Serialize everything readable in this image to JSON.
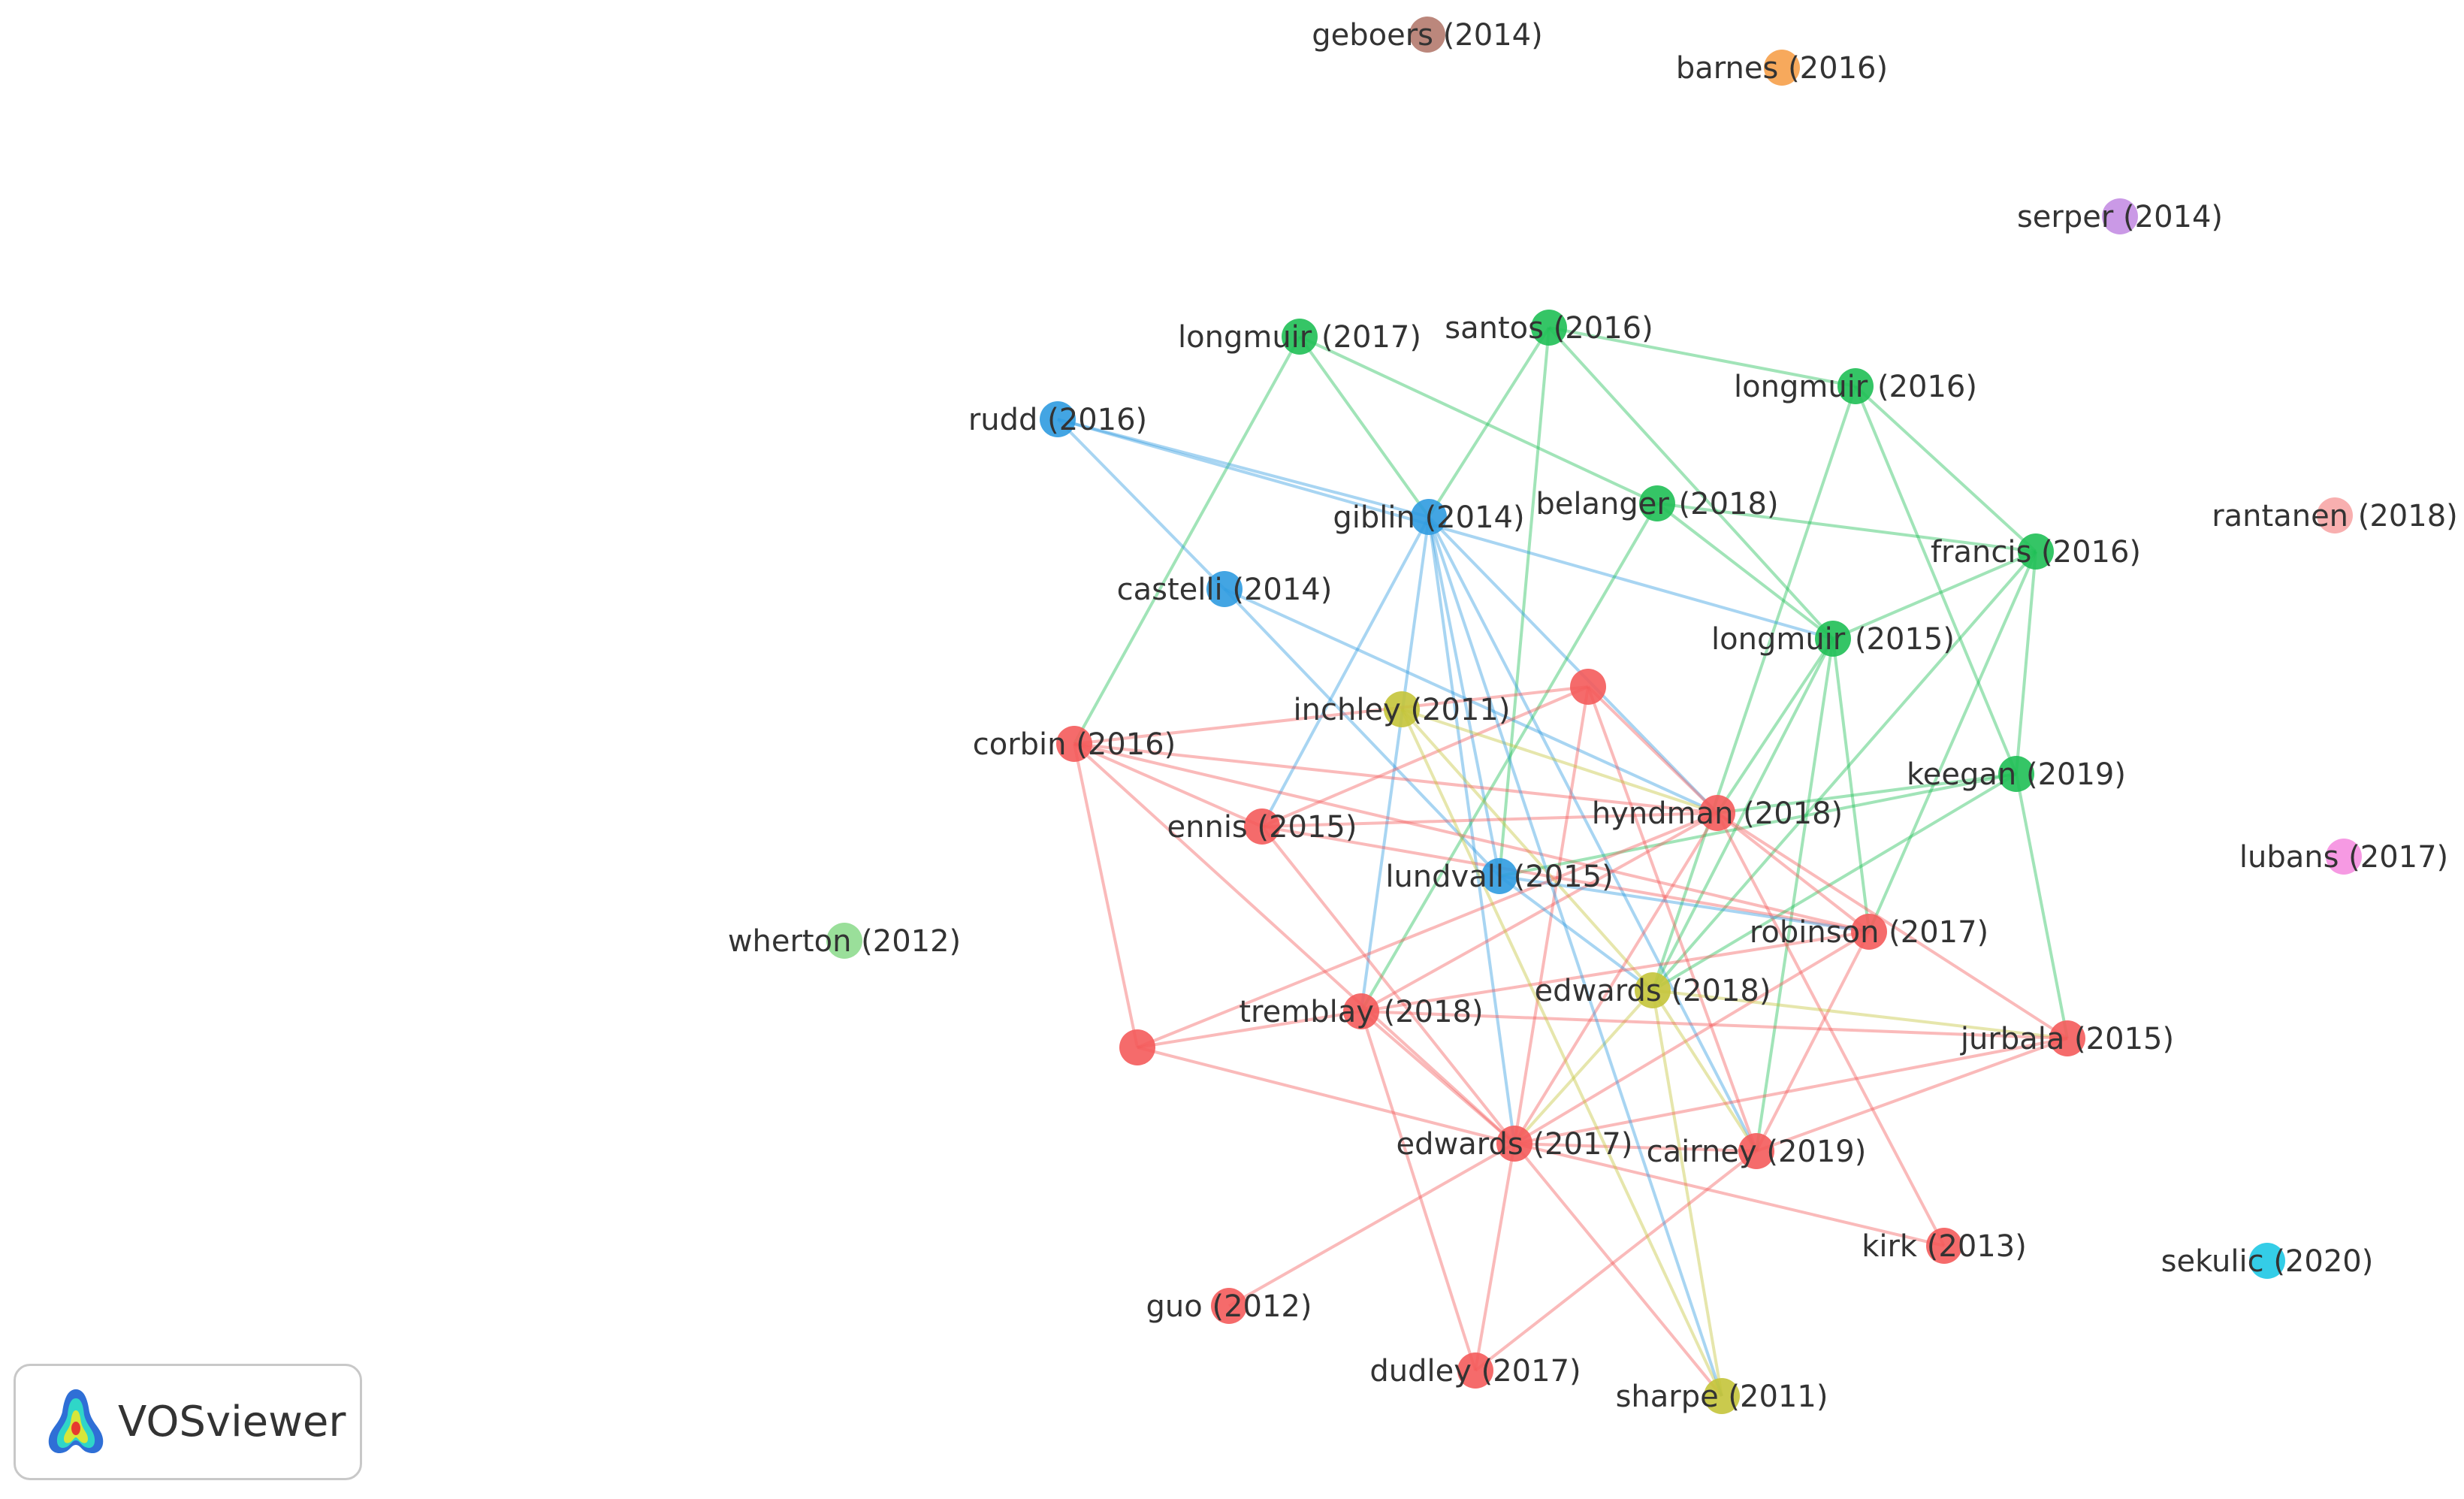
{
  "colors": {
    "red": "#f45b5b",
    "green": "#1fbf55",
    "blue": "#2f9be0",
    "yellow": "#c4c43a",
    "brown": "#b47a6e",
    "orange": "#f6a04a",
    "purple": "#c48ee3",
    "salmon": "#f7a6a6",
    "lightgreen": "#8fdb8f",
    "pink": "#f58fe0",
    "cyan": "#1ec8e4"
  },
  "nodes": [
    {
      "id": "geboers-2014",
      "label": "geboers (2014)",
      "cluster": "brown"
    },
    {
      "id": "barnes-2016",
      "label": "barnes (2016)",
      "cluster": "orange"
    },
    {
      "id": "serper-2014",
      "label": "serper (2014)",
      "cluster": "purple"
    },
    {
      "id": "longmuir-2017",
      "label": "longmuir (2017)",
      "cluster": "green"
    },
    {
      "id": "santos-2016",
      "label": "santos (2016)",
      "cluster": "green"
    },
    {
      "id": "longmuir-2016",
      "label": "longmuir (2016)",
      "cluster": "green"
    },
    {
      "id": "rudd-2016",
      "label": "rudd (2016)",
      "cluster": "blue"
    },
    {
      "id": "giblin-2014",
      "label": "giblin (2014)",
      "cluster": "blue"
    },
    {
      "id": "belanger-2018",
      "label": "belanger (2018)",
      "cluster": "green"
    },
    {
      "id": "rantanen-2018",
      "label": "rantanen (2018)",
      "cluster": "salmon"
    },
    {
      "id": "francis-2016",
      "label": "francis (2016)",
      "cluster": "green"
    },
    {
      "id": "castelli-2014",
      "label": "castelli (2014)",
      "cluster": "blue"
    },
    {
      "id": "longmuir-2015",
      "label": "longmuir (2015)",
      "cluster": "green"
    },
    {
      "id": "unlabeled-a",
      "label": "",
      "cluster": "red"
    },
    {
      "id": "inchley-2011",
      "label": "inchley (2011)",
      "cluster": "yellow"
    },
    {
      "id": "corbin-2016",
      "label": "corbin (2016)",
      "cluster": "red"
    },
    {
      "id": "keegan-2019",
      "label": "keegan (2019)",
      "cluster": "green"
    },
    {
      "id": "hyndman-2018",
      "label": "hyndman (2018)",
      "cluster": "red"
    },
    {
      "id": "ennis-2015",
      "label": "ennis (2015)",
      "cluster": "red"
    },
    {
      "id": "lubans-2017",
      "label": "lubans (2017)",
      "cluster": "pink"
    },
    {
      "id": "lundvall-2015",
      "label": "lundvall (2015)",
      "cluster": "blue"
    },
    {
      "id": "wherton-2012",
      "label": "wherton (2012)",
      "cluster": "lightgreen"
    },
    {
      "id": "robinson-2017",
      "label": "robinson (2017)",
      "cluster": "red"
    },
    {
      "id": "edwards-2018",
      "label": "edwards (2018)",
      "cluster": "yellow"
    },
    {
      "id": "tremblay-2018",
      "label": "tremblay (2018)",
      "cluster": "red"
    },
    {
      "id": "unlabeled-b",
      "label": "",
      "cluster": "red"
    },
    {
      "id": "jurbala-2015",
      "label": "jurbala (2015)",
      "cluster": "red"
    },
    {
      "id": "edwards-2017",
      "label": "edwards (2017)",
      "cluster": "red"
    },
    {
      "id": "cairney-2019",
      "label": "cairney (2019)",
      "cluster": "red"
    },
    {
      "id": "kirk-2013",
      "label": "kirk (2013)",
      "cluster": "red"
    },
    {
      "id": "sekulic-2020",
      "label": "sekulic (2020)",
      "cluster": "cyan"
    },
    {
      "id": "guo-2012",
      "label": "guo (2012)",
      "cluster": "red"
    },
    {
      "id": "dudley-2017",
      "label": "dudley (2017)",
      "cluster": "red"
    },
    {
      "id": "sharpe-2011",
      "label": "sharpe (2011)",
      "cluster": "yellow"
    }
  ],
  "links": [
    {
      "source": "longmuir-2017",
      "target": "giblin-2014"
    },
    {
      "source": "longmuir-2017",
      "target": "belanger-2018"
    },
    {
      "source": "longmuir-2017",
      "target": "corbin-2016"
    },
    {
      "source": "santos-2016",
      "target": "longmuir-2016"
    },
    {
      "source": "santos-2016",
      "target": "giblin-2014"
    },
    {
      "source": "santos-2016",
      "target": "longmuir-2015"
    },
    {
      "source": "santos-2016",
      "target": "lundvall-2015"
    },
    {
      "source": "longmuir-2016",
      "target": "francis-2016"
    },
    {
      "source": "longmuir-2016",
      "target": "keegan-2019"
    },
    {
      "source": "longmuir-2016",
      "target": "edwards-2018"
    },
    {
      "source": "rudd-2016",
      "target": "giblin-2014"
    },
    {
      "source": "rudd-2016",
      "target": "castelli-2014"
    },
    {
      "source": "rudd-2016",
      "target": "longmuir-2015"
    },
    {
      "source": "giblin-2014",
      "target": "lundvall-2015"
    },
    {
      "source": "giblin-2014",
      "target": "tremblay-2018"
    },
    {
      "source": "giblin-2014",
      "target": "hyndman-2018"
    },
    {
      "source": "giblin-2014",
      "target": "edwards-2017"
    },
    {
      "source": "giblin-2014",
      "target": "cairney-2019"
    },
    {
      "source": "giblin-2014",
      "target": "ennis-2015"
    },
    {
      "source": "belanger-2018",
      "target": "francis-2016"
    },
    {
      "source": "belanger-2018",
      "target": "longmuir-2015"
    },
    {
      "source": "belanger-2018",
      "target": "tremblay-2018"
    },
    {
      "source": "francis-2016",
      "target": "longmuir-2015"
    },
    {
      "source": "francis-2016",
      "target": "keegan-2019"
    },
    {
      "source": "francis-2016",
      "target": "edwards-2018"
    },
    {
      "source": "francis-2016",
      "target": "robinson-2017"
    },
    {
      "source": "castelli-2014",
      "target": "lundvall-2015"
    },
    {
      "source": "castelli-2014",
      "target": "hyndman-2018"
    },
    {
      "source": "longmuir-2015",
      "target": "edwards-2018"
    },
    {
      "source": "longmuir-2015",
      "target": "cairney-2019"
    },
    {
      "source": "longmuir-2015",
      "target": "robinson-2017"
    },
    {
      "source": "longmuir-2015",
      "target": "hyndman-2018"
    },
    {
      "source": "unlabeled-a",
      "target": "hyndman-2018"
    },
    {
      "source": "unlabeled-a",
      "target": "ennis-2015"
    },
    {
      "source": "unlabeled-a",
      "target": "edwards-2017"
    },
    {
      "source": "unlabeled-a",
      "target": "cairney-2019"
    },
    {
      "source": "inchley-2011",
      "target": "edwards-2018"
    },
    {
      "source": "inchley-2011",
      "target": "hyndman-2018"
    },
    {
      "source": "corbin-2016",
      "target": "hyndman-2018"
    },
    {
      "source": "corbin-2016",
      "target": "unlabeled-a"
    },
    {
      "source": "corbin-2016",
      "target": "edwards-2017"
    },
    {
      "source": "corbin-2016",
      "target": "unlabeled-b"
    },
    {
      "source": "corbin-2016",
      "target": "robinson-2017"
    },
    {
      "source": "corbin-2016",
      "target": "ennis-2015"
    },
    {
      "source": "keegan-2019",
      "target": "hyndman-2018"
    },
    {
      "source": "keegan-2019",
      "target": "lundvall-2015"
    },
    {
      "source": "keegan-2019",
      "target": "jurbala-2015"
    },
    {
      "source": "keegan-2019",
      "target": "edwards-2018"
    },
    {
      "source": "hyndman-2018",
      "target": "ennis-2015"
    },
    {
      "source": "hyndman-2018",
      "target": "robinson-2017"
    },
    {
      "source": "hyndman-2018",
      "target": "edwards-2017"
    },
    {
      "source": "hyndman-2018",
      "target": "tremblay-2018"
    },
    {
      "source": "hyndman-2018",
      "target": "jurbala-2015"
    },
    {
      "source": "hyndman-2018",
      "target": "kirk-2013"
    },
    {
      "source": "ennis-2015",
      "target": "edwards-2017"
    },
    {
      "source": "ennis-2015",
      "target": "robinson-2017"
    },
    {
      "source": "lundvall-2015",
      "target": "edwards-2018"
    },
    {
      "source": "lundvall-2015",
      "target": "robinson-2017"
    },
    {
      "source": "robinson-2017",
      "target": "edwards-2017"
    },
    {
      "source": "robinson-2017",
      "target": "tremblay-2018"
    },
    {
      "source": "robinson-2017",
      "target": "cairney-2019"
    },
    {
      "source": "edwards-2018",
      "target": "edwards-2017"
    },
    {
      "source": "edwards-2018",
      "target": "sharpe-2011"
    },
    {
      "source": "edwards-2018",
      "target": "jurbala-2015"
    },
    {
      "source": "edwards-2018",
      "target": "cairney-2019"
    },
    {
      "source": "tremblay-2018",
      "target": "unlabeled-b"
    },
    {
      "source": "tremblay-2018",
      "target": "edwards-2017"
    },
    {
      "source": "tremblay-2018",
      "target": "dudley-2017"
    },
    {
      "source": "tremblay-2018",
      "target": "jurbala-2015"
    },
    {
      "source": "unlabeled-b",
      "target": "hyndman-2018"
    },
    {
      "source": "unlabeled-b",
      "target": "edwards-2017"
    },
    {
      "source": "jurbala-2015",
      "target": "edwards-2017"
    },
    {
      "source": "jurbala-2015",
      "target": "cairney-2019"
    },
    {
      "source": "edwards-2017",
      "target": "cairney-2019"
    },
    {
      "source": "edwards-2017",
      "target": "kirk-2013"
    },
    {
      "source": "edwards-2017",
      "target": "guo-2012"
    },
    {
      "source": "edwards-2017",
      "target": "dudley-2017"
    },
    {
      "source": "edwards-2017",
      "target": "sharpe-2011"
    },
    {
      "source": "cairney-2019",
      "target": "dudley-2017"
    },
    {
      "source": "inchley-2011",
      "target": "sharpe-2011"
    },
    {
      "source": "giblin-2014",
      "target": "sharpe-2011"
    }
  ],
  "badge": {
    "text": "VOSviewer"
  }
}
